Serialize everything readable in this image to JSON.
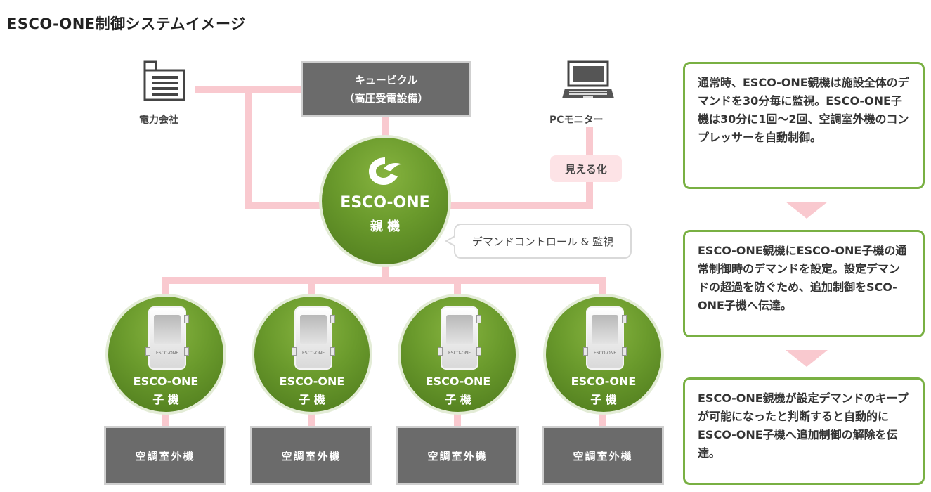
{
  "title": "ESCO-ONE制御システムイメージ",
  "diagram": {
    "power_company_label": "電力会社",
    "cubicle_line1": "キュービクル",
    "cubicle_line2": "（高圧受電設備）",
    "pc_monitor_label": "PCモニター",
    "visualization_label": "見える化",
    "parent_name": "ESCO-ONE",
    "parent_role": "親 機",
    "bubble_text": "デマンドコントロール & 監視",
    "device_tag": "ESCO-ONE",
    "child_name": "ESCO-ONE",
    "child_role": "子 機",
    "units": [
      "空調室外機",
      "空調室外機",
      "空調室外機",
      "空調室外機"
    ]
  },
  "steps": [
    "通常時、ESCO-ONE親機は施設全体のデマンドを30分毎に監視。ESCO-ONE子機は30分に1回〜2回、空調室外機のコンプレッサーを自動制御。",
    "ESCO-ONE親機にESCO-ONE子機の通常制御時のデマンドを設定。設定デマンドの超過を防ぐため、追加制御をSCO-ONE子機へ伝達。",
    "ESCO-ONE親機が設定デマンドのキープが可能になったと判断すると自動的にESCO-ONE子機へ追加制御の解除を伝達。"
  ],
  "colors": {
    "accent_green": "#6a9a2c",
    "connector_pink": "#f9c9cf",
    "box_gray": "#6b6b6b",
    "step_border": "#79b043"
  },
  "icons": [
    "building-icon",
    "laptop-icon",
    "esco-logo-icon",
    "device-icon"
  ]
}
